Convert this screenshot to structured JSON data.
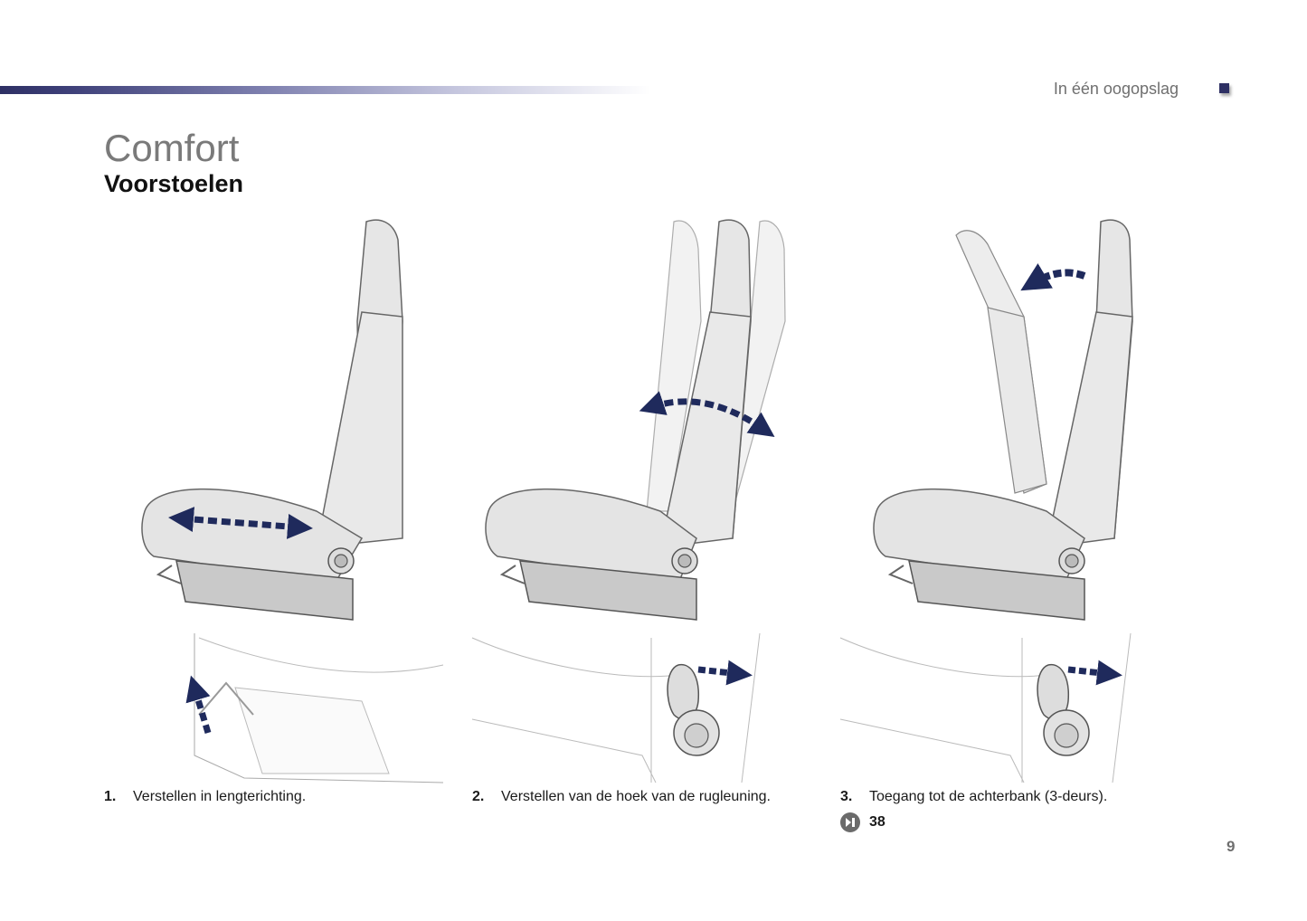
{
  "header": {
    "section_label": "In één oogopslag"
  },
  "title": "Comfort",
  "subtitle": "Voorstoelen",
  "steps": [
    {
      "number": "1.",
      "text": "Verstellen in lengterichting."
    },
    {
      "number": "2.",
      "text": "Verstellen van de hoek van de rugleuning."
    },
    {
      "number": "3.",
      "text": "Toegang tot de achterbank (3-deurs)."
    }
  ],
  "reference": {
    "page": "38",
    "icon": "page-reference-icon"
  },
  "page_number": "9",
  "colors": {
    "accent": "#2e3064",
    "arrow": "#1f2a5c",
    "seat_fill": "#e6e6e6",
    "seat_base": "#c9c9c9"
  }
}
